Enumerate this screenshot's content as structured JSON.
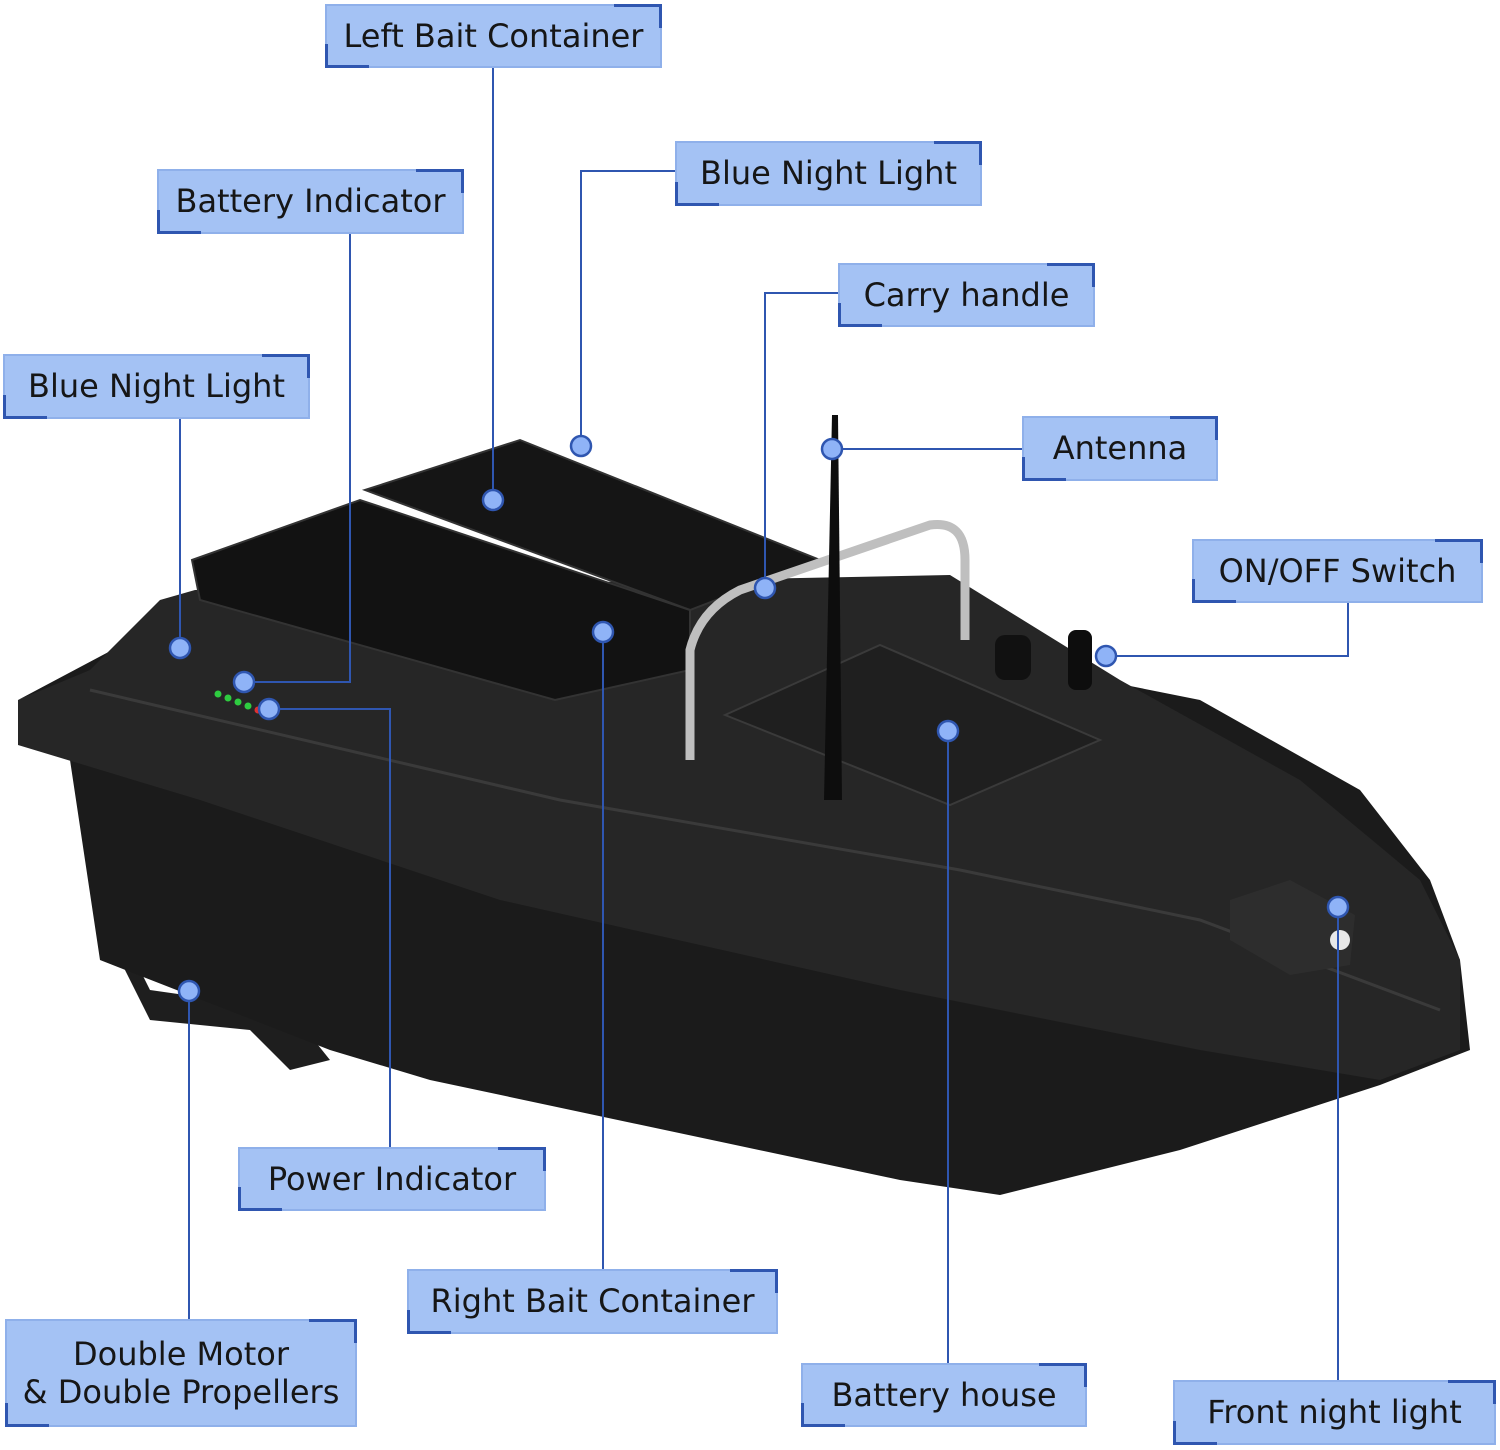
{
  "labels": {
    "left_bait_container": "Left Bait Container",
    "blue_night_light_top": "Blue Night Light",
    "battery_indicator": "Battery Indicator",
    "carry_handle": "Carry handle",
    "blue_night_light_left": "Blue Night Light",
    "antenna": "Antenna",
    "on_off_switch": "ON/OFF Switch",
    "power_indicator": "Power Indicator",
    "right_bait_container": "Right Bait Container",
    "double_motor_line1": "Double Motor",
    "double_motor_line2": "& Double Propellers",
    "battery_house": "Battery house",
    "front_night_light": "Front night light"
  },
  "colors": {
    "label_fill": "#a4c2f4",
    "accent": "#2f56b0",
    "hull": "#1c1c1c"
  }
}
